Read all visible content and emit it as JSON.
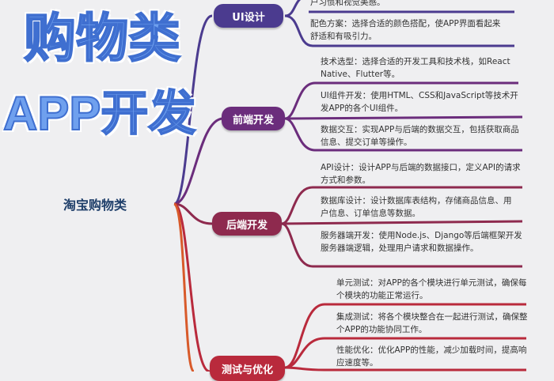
{
  "title_overlay": {
    "line1": "购物类",
    "line2": "APP开发"
  },
  "root": "淘宝购物类",
  "branches": [
    {
      "label": "UI设计",
      "color": "#4b3b8f",
      "leaves": [
        "户习惯和视觉美感。",
        "配色方案：选择合适的颜色搭配，使APP界面看起来舒适和有吸引力。"
      ]
    },
    {
      "label": "前端开发",
      "color": "#6b2d7c",
      "leaves": [
        "技术选型：选择合适的开发工具和技术栈，如React Native、Flutter等。",
        "UI组件开发：使用HTML、CSS和JavaScript等技术开发APP的各个UI组件。",
        "数据交互：实现APP与后端的数据交互，包括获取商品信息、提交订单等操作。"
      ]
    },
    {
      "label": "后端开发",
      "color": "#8e2a4e",
      "leaves": [
        "API设计：设计APP与后端的数据接口，定义API的请求方式和参数。",
        "数据库设计：设计数据库表结构，存储商品信息、用户信息、订单信息等数据。",
        "服务器端开发：使用Node.js、Django等后端框架开发服务器端逻辑，处理用户请求和数据操作。"
      ]
    },
    {
      "label": "测试与优化",
      "color": "#b92a3c",
      "leaves": [
        "单元测试：对APP的各个模块进行单元测试，确保每个模块的功能正常运行。",
        "集成测试：将各个模块整合在一起进行测试，确保整个APP的功能协同工作。",
        "性能优化：优化APP的性能，减少加载时间，提高响应速度等。"
      ]
    }
  ]
}
